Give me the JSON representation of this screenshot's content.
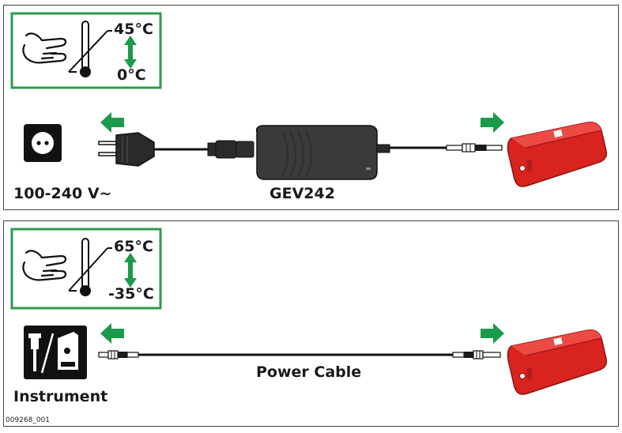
{
  "top_panel": {
    "temp_max": "45°C",
    "temp_min": "0°C",
    "voltage": "100-240 V~",
    "adapter_name": "GEV242"
  },
  "bottom_panel": {
    "temp_max": "65°C",
    "temp_min": "-35°C",
    "device_label": "Instrument",
    "cable_label": "Power Cable"
  },
  "figure_id": "009268_001",
  "colors": {
    "green": "#1a9a4a",
    "battery_red": "#d9231f",
    "adapter_dark": "#3a3a3a",
    "frame_green": "#2e9b4a"
  }
}
